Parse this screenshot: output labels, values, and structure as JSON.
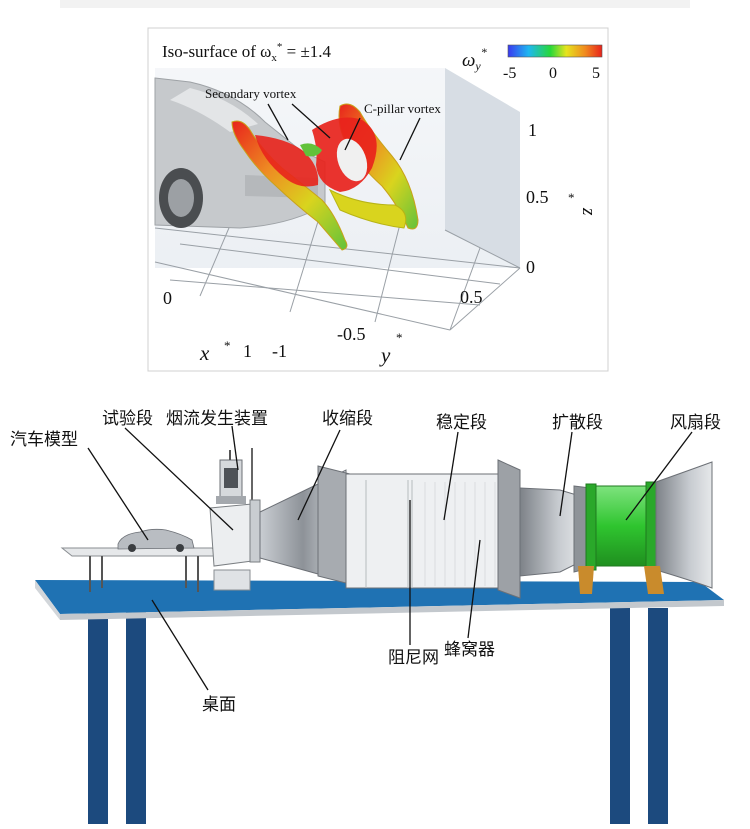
{
  "plot": {
    "title": "Iso-surface of ω",
    "title_sub": "x",
    "title_sup": "*",
    "title_eq": " = ±1.4",
    "colorbar_label": "ω",
    "colorbar_sub": "y",
    "colorbar_sup": "*",
    "colorbar_ticks": [
      "-5",
      "0",
      "5"
    ],
    "annotations": [
      "Secondary vortex",
      "C-pillar vortex"
    ],
    "z_label": "z",
    "z_sup": "*",
    "z_ticks": [
      "1",
      "0.5",
      "0"
    ],
    "y_label": "y",
    "y_sup": "*",
    "y_ticks": [
      "0.5",
      "-0.5",
      "-1"
    ],
    "x_label": "x",
    "x_sup": "*",
    "x_ticks": [
      "0",
      "1"
    ]
  },
  "tunnel": {
    "labels": {
      "car_model": "汽车模型",
      "test_section": "试验段",
      "smoke_generator": "烟流发生装置",
      "contraction": "收缩段",
      "settling": "稳定段",
      "diffuser": "扩散段",
      "fan": "风扇段",
      "damping_screen": "阻尼网",
      "honeycomb": "蜂窝器",
      "table": "桌面"
    }
  },
  "colors": {
    "table_top": "#1f72b3",
    "table_leg": "#1c4a7e",
    "fan": "#2fc52f",
    "vortex_red": "#e8231c",
    "vortex_yellow": "#d9d41e",
    "vortex_green": "#62c23a"
  }
}
